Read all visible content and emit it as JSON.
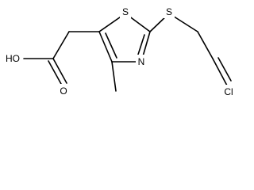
{
  "molecule": {
    "atoms": {
      "hydroxyl": "HO",
      "carbonyl_oxygen": "O",
      "ring_sulfur": "S",
      "ring_nitrogen": "N",
      "thioether_sulfur": "S",
      "chlorine": "Cl"
    }
  }
}
